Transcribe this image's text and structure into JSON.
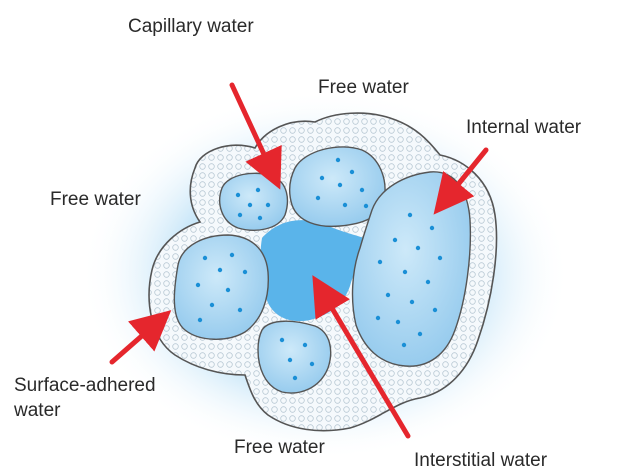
{
  "labels": {
    "capillary_water": "Capillary water",
    "free_water_top": "Free water",
    "internal_water": "Internal water",
    "free_water_left": "Free water",
    "surface_adhered_line1": "Surface-adhered",
    "surface_adhered_line2": "water",
    "free_water_bottom": "Free water",
    "interstitial_water": "Interstitial water"
  },
  "colors": {
    "arrow": "#e5262d",
    "particle_fill": "#a9d6f2",
    "particle_outline": "#555555",
    "water_dot": "#1a8fd6",
    "adsorbed_layer": "#f4f8fb",
    "glow": "#3aa8e8",
    "text": "#2a2a2a"
  }
}
